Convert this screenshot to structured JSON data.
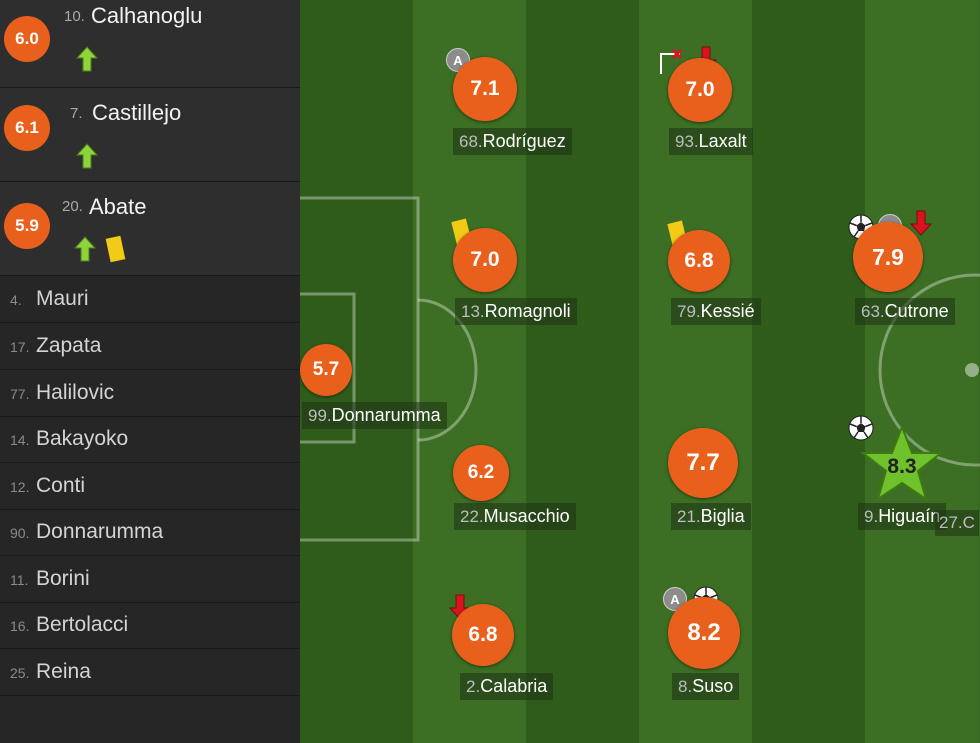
{
  "subs": [
    {
      "rating": "6.0",
      "number": "10.",
      "name": "Calhanoglu",
      "icons": [
        "sub-in-arrow"
      ]
    },
    {
      "rating": "6.1",
      "number": "7.",
      "name": "Castillejo",
      "icons": [
        "sub-in-arrow"
      ]
    },
    {
      "rating": "5.9",
      "number": "20.",
      "name": "Abate",
      "icons": [
        "sub-in-arrow",
        "yellow-card"
      ]
    }
  ],
  "bench": [
    {
      "number": "4.",
      "name": "Mauri"
    },
    {
      "number": "17.",
      "name": "Zapata"
    },
    {
      "number": "77.",
      "name": "Halilovic"
    },
    {
      "number": "14.",
      "name": "Bakayoko"
    },
    {
      "number": "12.",
      "name": "Conti"
    },
    {
      "number": "90.",
      "name": "Donnarumma"
    },
    {
      "number": "11.",
      "name": "Borini"
    },
    {
      "number": "16.",
      "name": "Bertolacci"
    },
    {
      "number": "25.",
      "name": "Reina"
    }
  ],
  "pitch_players": [
    {
      "id": "donnarumma",
      "rating": "5.7",
      "number": "99.",
      "name": "Donnarumma",
      "icons": []
    },
    {
      "id": "rodriguez",
      "rating": "7.1",
      "number": "68.",
      "name": "Rodríguez",
      "icons": [
        "captain-badge"
      ],
      "captain": "A"
    },
    {
      "id": "laxalt",
      "rating": "7.0",
      "number": "93.",
      "name": "Laxalt",
      "icons": [
        "corner-flag",
        "sub-out-arrow"
      ]
    },
    {
      "id": "romagnoli",
      "rating": "7.0",
      "number": "13.",
      "name": "Romagnoli",
      "icons": [
        "yellow-card"
      ]
    },
    {
      "id": "kessie",
      "rating": "6.8",
      "number": "79.",
      "name": "Kessié",
      "icons": [
        "yellow-card"
      ]
    },
    {
      "id": "cutrone",
      "rating": "7.9",
      "number": "63.",
      "name": "Cutrone",
      "icons": [
        "ball",
        "captain-badge",
        "sub-out-arrow"
      ],
      "captain": "A"
    },
    {
      "id": "musacchio",
      "rating": "6.2",
      "number": "22.",
      "name": "Musacchio",
      "icons": []
    },
    {
      "id": "biglia",
      "rating": "7.7",
      "number": "21.",
      "name": "Biglia",
      "icons": []
    },
    {
      "id": "higuain",
      "rating": "8.3",
      "number": "9.",
      "name": "Higuaín",
      "icons": [
        "ball",
        "man-of-the-match-star"
      ]
    },
    {
      "id": "calabria",
      "rating": "6.8",
      "number": "2.",
      "name": "Calabria",
      "icons": [
        "sub-out-arrow"
      ]
    },
    {
      "id": "suso",
      "rating": "8.2",
      "number": "8.",
      "name": "Suso",
      "icons": [
        "captain-badge",
        "ball"
      ],
      "captain": "A"
    }
  ],
  "cut_off_label": "27.C",
  "colors": {
    "rating_bubble": "#e8601c",
    "star": "#6fc22c",
    "sub_in_arrow": "#8fd33a",
    "sub_out_arrow": "#d9141e",
    "yellow_card": "#f2cb17",
    "pitch_dark": "#2f5c1b",
    "pitch_light": "#3f7326"
  }
}
